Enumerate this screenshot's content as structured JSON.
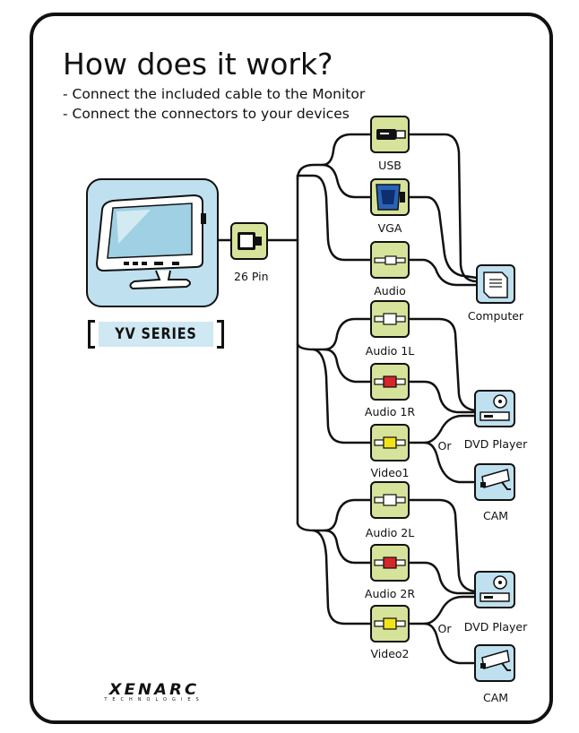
{
  "title": "How does it work?",
  "steps": [
    "-  Connect the included cable to the Monitor",
    "-  Connect the connectors to your devices"
  ],
  "product": {
    "series_label": "YV SERIES"
  },
  "hub": {
    "label": "26 Pin"
  },
  "connectors": {
    "usb": "USB",
    "vga": "VGA",
    "audio": "Audio",
    "audio_1l": "Audio 1L",
    "audio_1r": "Audio 1R",
    "video1": "Video1",
    "audio_2l": "Audio 2L",
    "audio_2r": "Audio 2R",
    "video2": "Video2"
  },
  "devices": {
    "computer": "Computer",
    "dvd_player_1": "DVD Player",
    "cam_1": "CAM",
    "dvd_player_2": "DVD Player",
    "cam_2": "CAM"
  },
  "or_labels": [
    "Or",
    "Or"
  ],
  "brand": {
    "name": "XENARC",
    "tagline": "TECHNOLOGIES"
  },
  "colors": {
    "connector_fill": "#d6e39a",
    "screen_fill": "#bfe0ee",
    "rca_white": "#ffffff",
    "rca_red": "#d7262b",
    "rca_yellow": "#f2e21c"
  }
}
